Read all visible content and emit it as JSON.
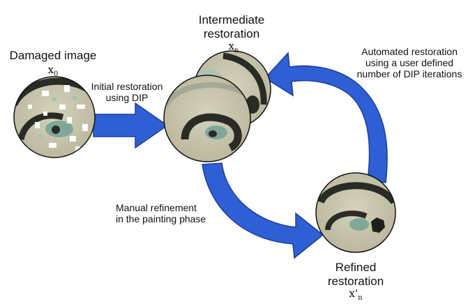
{
  "nodes": {
    "damaged": {
      "title": "Damaged image",
      "symbol": "x",
      "sub": "0"
    },
    "intermediate": {
      "title_line1": "Intermediate",
      "title_line2": "restoration",
      "symbol": "x",
      "sub": "n"
    },
    "refined": {
      "title_line1": "Refined",
      "title_line2": "restoration",
      "symbol": "x",
      "prime": "'",
      "sub": "n"
    }
  },
  "edges": {
    "initial": {
      "line1": "Initial restoration",
      "line2": "using DIP"
    },
    "automated": {
      "line1": "Automated restoration",
      "line2": "using a user defined",
      "line3": "number of DIP iterations"
    },
    "manual": {
      "line1": "Manual refinement",
      "line2": "in the painting phase"
    }
  },
  "colors": {
    "arrow_fill": "#2f5fd4",
    "arrow_stroke": "#1f3f99",
    "tile_base": "#c9c6ad",
    "ring_dark": "#2b2b25",
    "teal": "#7fa89a"
  }
}
